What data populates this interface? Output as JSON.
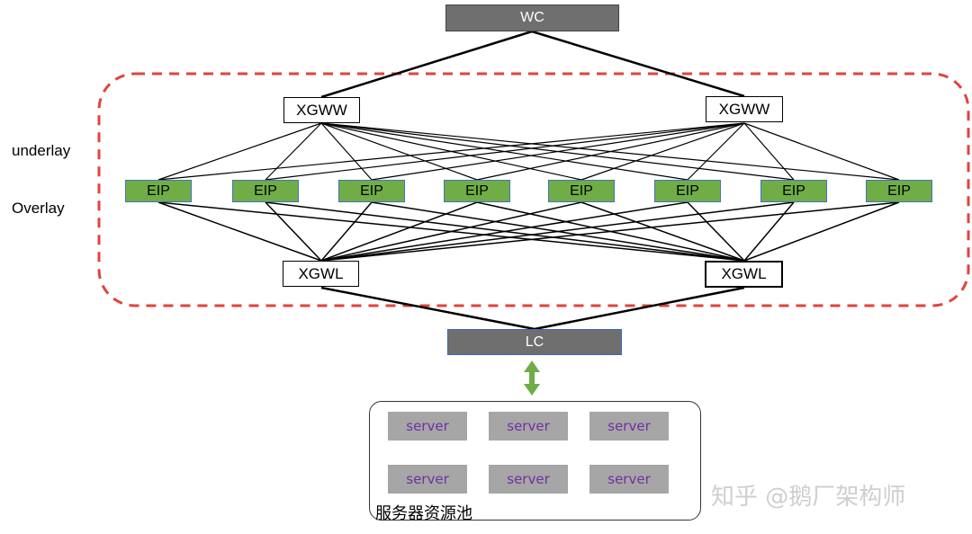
{
  "nodes": {
    "wc": "WC",
    "xgww_left": "XGWW",
    "xgww_right": "XGWW",
    "xgwl_left": "XGWL",
    "xgwl_right": "XGWL",
    "lc": "LC",
    "eips": [
      "EIP",
      "EIP",
      "EIP",
      "EIP",
      "EIP",
      "EIP",
      "EIP",
      "EIP"
    ]
  },
  "labels": {
    "underlay": "underlay",
    "overlay": "Overlay"
  },
  "pool": {
    "title": "服务器资源池",
    "servers": [
      "server",
      "server",
      "server",
      "server",
      "server",
      "server"
    ]
  },
  "watermark": "知乎 @鹅厂架构师",
  "colors": {
    "eip_fill": "#70ad47",
    "eip_border": "#4472c4",
    "gray_bar": "#6f6f6f",
    "dashed_border": "#e0443c",
    "arrow": "#70ad47",
    "server_fill": "#a6a6a6",
    "server_text": "#7030a0"
  }
}
